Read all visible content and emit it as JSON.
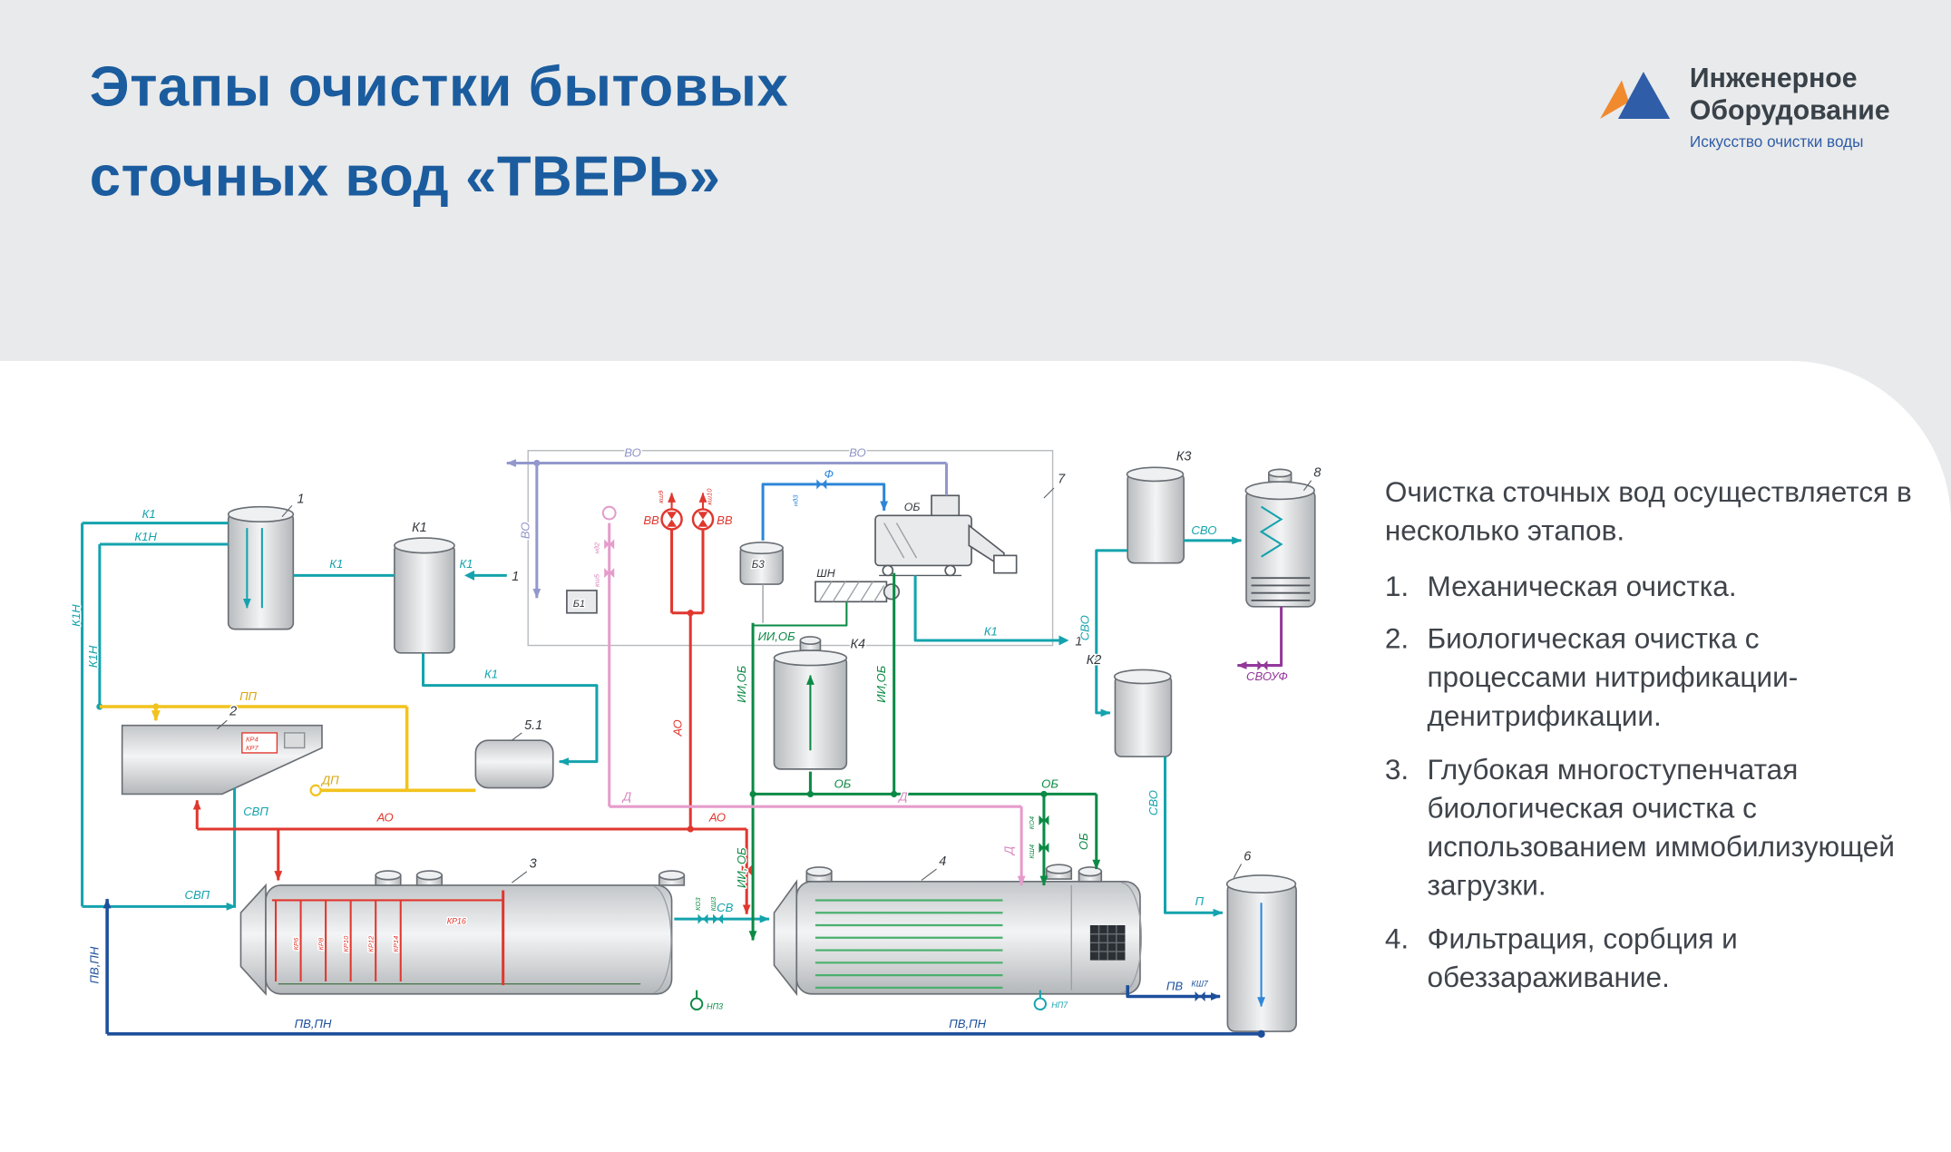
{
  "header": {
    "title_line1": "Этапы очистки бытовых",
    "title_line2": "сточных вод «ТВЕРЬ»",
    "logo": {
      "name_line1": "Инженерное",
      "name_line2": "Оборудование",
      "tagline": "Искусство очистки воды"
    }
  },
  "sidebar": {
    "intro": "Очистка сточных вод осуществляется в несколько этапов.",
    "steps": [
      {
        "num": "1.",
        "text": "Механическая очистка."
      },
      {
        "num": "2.",
        "text": "Биологическая очистка с процессами нитрификации-денитрификации."
      },
      {
        "num": "3.",
        "text": "Глубокая многоступенчатая биологическая очистка с использованием иммобилизующей загрузки."
      },
      {
        "num": "4.",
        "text": "Фильтрация, сорбция и обеззараживание."
      }
    ]
  },
  "diagram": {
    "labels": {
      "tag_1": "1",
      "tag_2": "2",
      "tag_3": "3",
      "tag_4": "4",
      "tag_5_1": "5.1",
      "tag_6": "6",
      "tag_7": "7",
      "tag_8": "8",
      "k1_tank": "К1",
      "k2_tank": "К2",
      "k3_tank": "К3",
      "k4_tank": "К4",
      "k1_in": "К1",
      "k1n_in": "К1Н",
      "k1n_v1": "К1Н",
      "k1n_v2": "К1Н",
      "k1_a": "К1",
      "k1_b": "К1",
      "k1_d": "К1",
      "k1_press": "К1",
      "conn1_a": "1",
      "conn1_b": "1",
      "pp": "ПП",
      "dp": "ДП",
      "svp1": "СВП",
      "svp2": "СВП",
      "ao_a": "АО",
      "ao_b": "АО",
      "ao_v": "АО",
      "d_a": "Д",
      "d_b": "Д",
      "d_v": "Д",
      "ob_a": "ОБ",
      "ob_b": "ОБ",
      "ob_v": "ОБ",
      "ob_machine": "ОБ",
      "iiob_a": "ИИ,ОБ",
      "iiob_b": "ИИ,ОБ",
      "iiob_c": "ИИ, ОБ",
      "iiob_d": "ИИ,ОБ",
      "vo_a": "ВО",
      "vo_b": "ВО",
      "vo_v": "ВО",
      "f": "Ф",
      "nd3": "нд3",
      "svo_a": "СВО",
      "svo_v1": "СВО",
      "svo_v2": "СВО",
      "svouf": "СВОУФ",
      "p": "П",
      "pv": "ПВ",
      "pvpn_a": "ПВ,ПН",
      "pvpn_b": "ПВ,ПН",
      "pvpn_v": "ПВ,ПН",
      "ksh7": "КШ7",
      "sv": "СВ",
      "vv_l": "ВВ",
      "vv_r": "ВВ",
      "ksh9": "кш9",
      "ksh10": "кш10",
      "b1": "Б1",
      "b3": "Б3",
      "shn": "ШН",
      "kr16": "КР16",
      "kr6": "КР6",
      "kr8": "КР8",
      "kr10": "КР10",
      "kr12": "КР12",
      "kr14": "КР14",
      "kr4": "КР4",
      "kr7": "КР7",
      "ko3": "КО3",
      "ksh3": "КШ3",
      "np3": "НП3",
      "ko4": "КО4",
      "ksh4": "КШ4",
      "np7": "НП7",
      "nd2": "нд2",
      "ksh5": "кш5"
    }
  },
  "colors": {
    "title_blue": "#1b5c9f",
    "teal": "#14a3ad",
    "red": "#e0372e",
    "green": "#0b8a45",
    "pink": "#e59ccb",
    "lavender": "#9298cc",
    "violet": "#93389b",
    "blue": "#2e86d8",
    "dark_blue": "#1d4f9b",
    "yellow": "#f2c31d",
    "logo_orange": "#f08a2d",
    "logo_blue": "#2f5da8",
    "header_bg": "#e9eaeb",
    "panel_bg": "#ffffff",
    "body_text": "#3f444b"
  }
}
